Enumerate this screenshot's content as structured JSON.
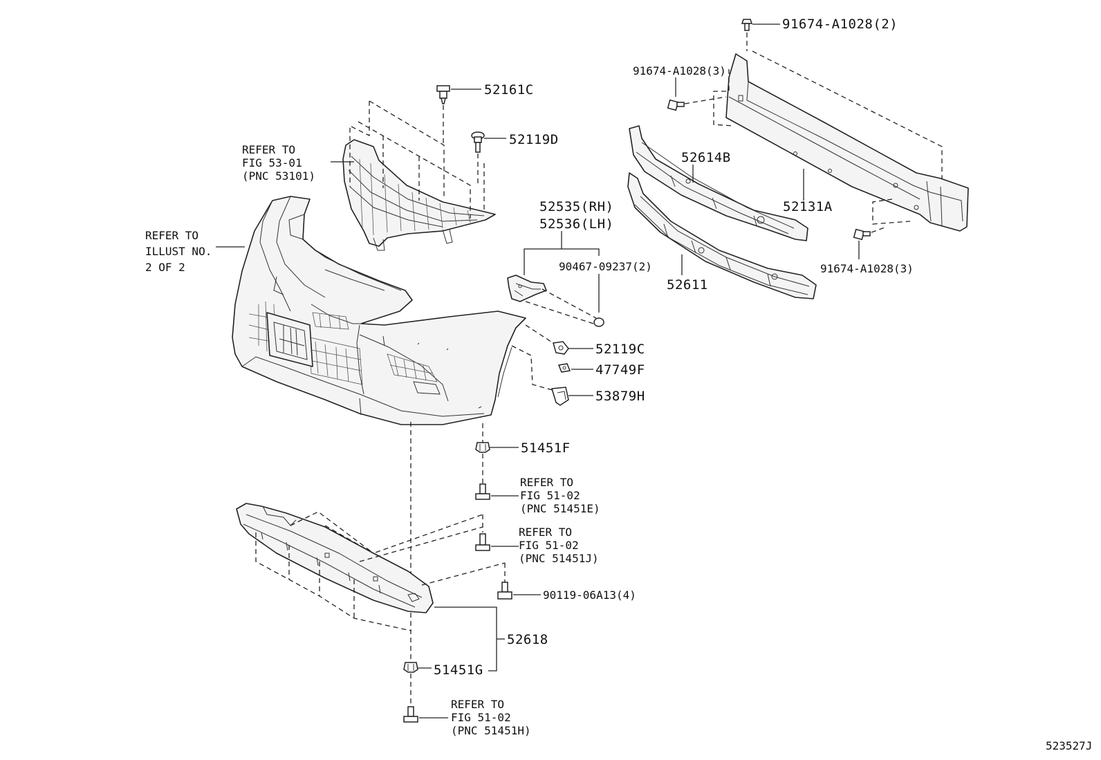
{
  "diagram": {
    "illustration_number": "523527J",
    "labels": {
      "p91674_a1028_2": "91674-A1028(2)",
      "p91674_a1028_3_top": "91674-A1028(3)",
      "p91674_a1028_3_bottom": "91674-A1028(3)",
      "p52161c": "52161C",
      "p52119d": "52119D",
      "p52614b": "52614B",
      "p52131a": "52131A",
      "p52611": "52611",
      "p52535_rh": "52535(RH)",
      "p52536_lh": "52536(LH)",
      "p90467_09237_2": "90467-09237(2)",
      "p52119c": "52119C",
      "p47749f": "47749F",
      "p53879h": "53879H",
      "p51451f": "51451F",
      "p90119_06a13_4": "90119-06A13(4)",
      "p52618": "52618",
      "p51451g": "51451G"
    },
    "refs": {
      "grille": [
        "REFER TO",
        "FIG 53-01",
        "(PNC 53101)"
      ],
      "illust": [
        "REFER TO",
        "ILLUST NO.",
        "2 OF 2"
      ],
      "pnc_51451e": [
        "REFER TO",
        "FIG 51-02",
        "(PNC 51451E)"
      ],
      "pnc_51451j": [
        "REFER TO",
        "FIG 51-02",
        "(PNC 51451J)"
      ],
      "pnc_51451h": [
        "REFER TO",
        "FIG 51-02",
        "(PNC 51451H)"
      ]
    }
  }
}
